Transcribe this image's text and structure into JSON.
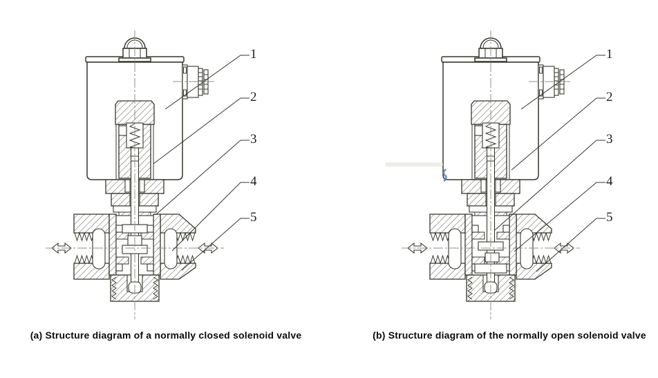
{
  "figure": {
    "panels": [
      {
        "id": "a",
        "caption": "(a) Structure diagram of a normally closed solenoid valve",
        "part_numbers": [
          "1",
          "2",
          "3",
          "4",
          "5"
        ]
      },
      {
        "id": "b",
        "caption": "(b) Structure diagram of the normally open solenoid valve",
        "part_numbers": [
          "1",
          "2",
          "3",
          "4",
          "5"
        ]
      }
    ]
  },
  "icons": {
    "flow_arrow": "double-headed-open-arrow",
    "spring": "zigzag-coil-spring",
    "thread": "sawtooth-thread-lines"
  },
  "colors": {
    "line": "#35352c",
    "hatch": "#55554c",
    "centerline": "#8f8f86",
    "caption_text": "#0a0a0a",
    "watermark_blue": "#4d7fb5",
    "smudge": "#e9e9e5"
  }
}
